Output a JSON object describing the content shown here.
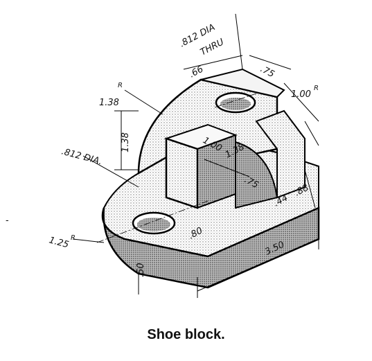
{
  "caption": "Shoe block.",
  "dimensions": {
    "hole_top_dia": ".812 DIA",
    "hole_top_thru": "THRU",
    "d_066": ".66",
    "d_075": ".75",
    "r_100": "1.00",
    "r_138": "1.38",
    "h_138": "1.38",
    "d_100": "1.00",
    "r_138_inner": "1.38",
    "d_075b": ".75",
    "hole_left_dia": ".812 DIA.",
    "d_044": ".44",
    "d_088": ".88",
    "r_125": "1.25",
    "d_080": ".80",
    "d_350": "3.50",
    "d_050": ".50",
    "dash": "-",
    "sup_r": "R"
  }
}
